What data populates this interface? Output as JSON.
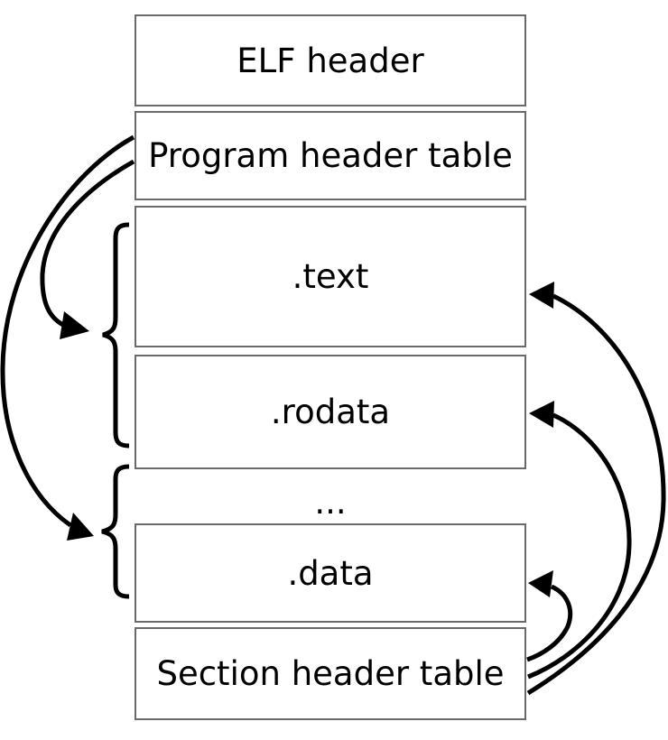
{
  "diagram": {
    "title_semantic": "ELF file layout diagram",
    "boxes": [
      {
        "id": "elf-header",
        "label": "ELF header"
      },
      {
        "id": "program-header-table",
        "label": "Program header table"
      },
      {
        "id": "text-section",
        "label": ".text"
      },
      {
        "id": "rodata-section",
        "label": ".rodata"
      },
      {
        "id": "data-section",
        "label": ".data"
      },
      {
        "id": "section-header-table",
        "label": "Section header table"
      }
    ],
    "ellipsis": "...",
    "arrows": {
      "left": [
        {
          "from": "program-header-table",
          "to": "segment-group-text-rodata"
        },
        {
          "from": "program-header-table",
          "to": "segment-group-ellipsis-data"
        }
      ],
      "right": [
        {
          "from": "section-header-table",
          "to": "text-section"
        },
        {
          "from": "section-header-table",
          "to": "rodata-section"
        },
        {
          "from": "section-header-table",
          "to": "data-section"
        }
      ]
    },
    "colors": {
      "arrow_stroke": "#000000",
      "box_border": "#6a6a6a",
      "box_fill": "#ffffff",
      "text": "#000000",
      "background": "#ffffff"
    }
  }
}
